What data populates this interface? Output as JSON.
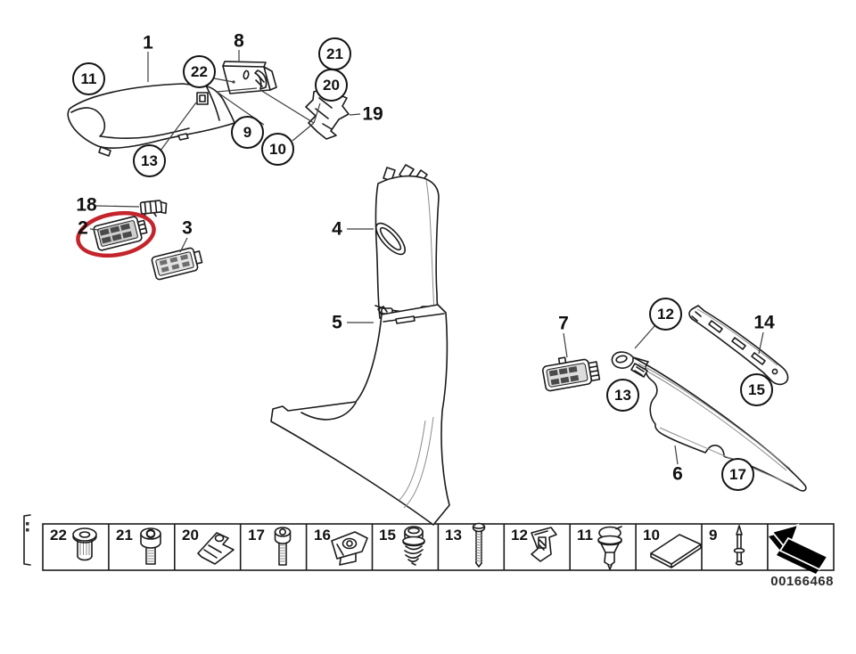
{
  "document": {
    "number": "00166468"
  },
  "highlight": {
    "circled_part": "2",
    "color": "#c4242b"
  },
  "callouts": {
    "circled": [
      "11",
      "22",
      "9",
      "10",
      "13",
      "21",
      "20",
      "12",
      "13",
      "15",
      "17"
    ],
    "plain": [
      "1",
      "8",
      "19",
      "18",
      "2",
      "3",
      "4",
      "5",
      "7",
      "14",
      "6"
    ]
  },
  "parts_row": {
    "cells": [
      "22",
      "21",
      "20",
      "17",
      "16",
      "15",
      "13",
      "12",
      "11",
      "10",
      "9"
    ],
    "icons": [
      "rivet-nut",
      "socket-head-screw",
      "spring-clip",
      "socket-head-bolt",
      "cage-nut-clip",
      "washer-screw-spring",
      "pan-head-screw",
      "metal-clip",
      "expanding-rivet",
      "adhesive-pad",
      "pin-rivet"
    ],
    "arrow_icon": "return-arrow"
  }
}
